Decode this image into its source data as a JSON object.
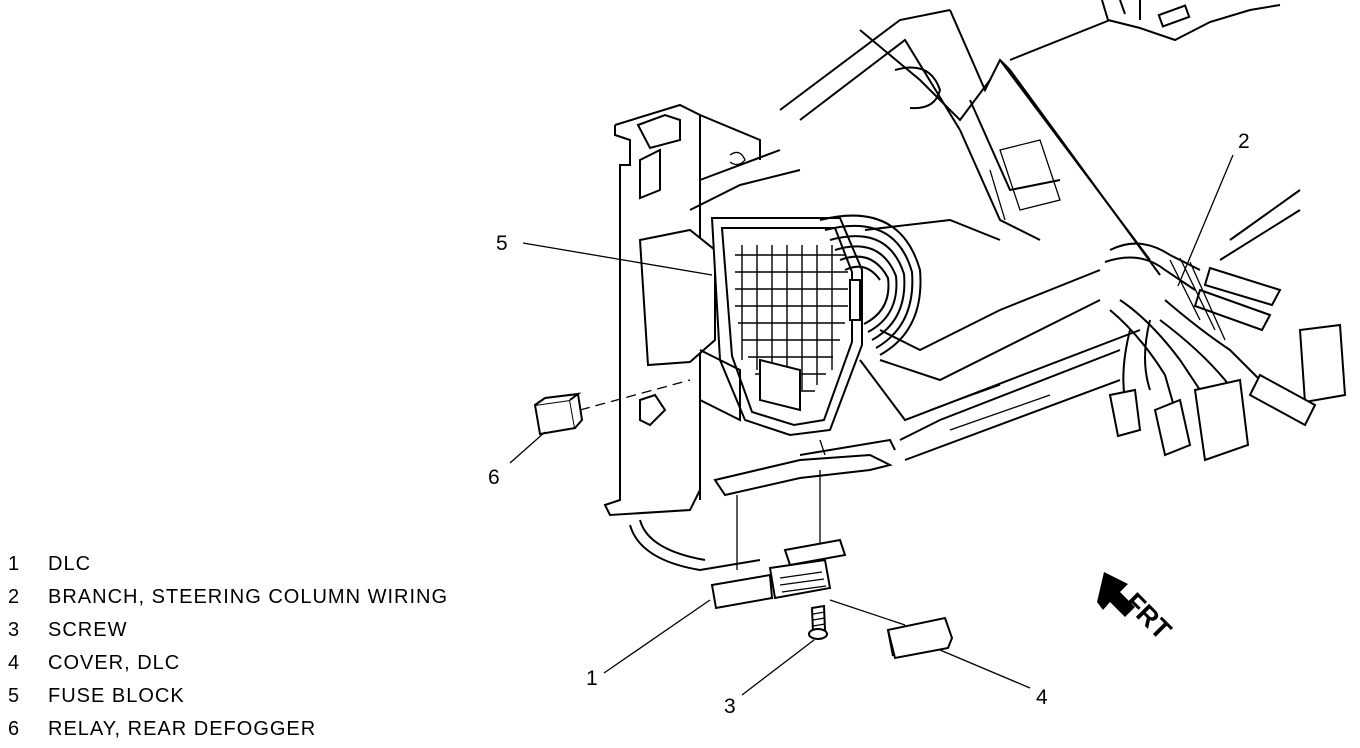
{
  "callouts": {
    "c1": "1",
    "c2": "2",
    "c3": "3",
    "c4": "4",
    "c5": "5",
    "c6": "6"
  },
  "direction_label": "FRT",
  "legend": [
    {
      "num": "1",
      "label": "DLC"
    },
    {
      "num": "2",
      "label": "BRANCH, STEERING COLUMN WIRING"
    },
    {
      "num": "3",
      "label": "SCREW"
    },
    {
      "num": "4",
      "label": "COVER, DLC"
    },
    {
      "num": "5",
      "label": "FUSE BLOCK"
    },
    {
      "num": "6",
      "label": "RELAY, REAR DEFOGGER"
    }
  ]
}
